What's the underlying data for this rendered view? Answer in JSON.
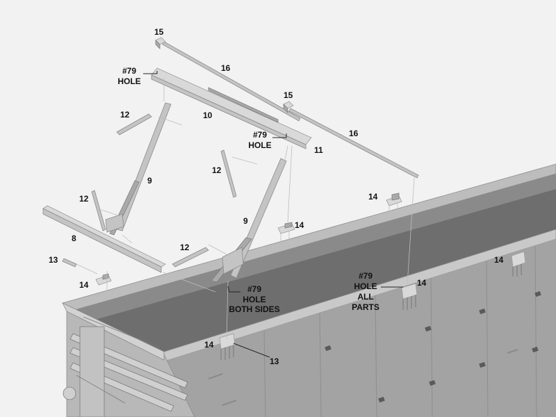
{
  "part_labels": {
    "p15a": "15",
    "p16a": "16",
    "p10": "10",
    "p15b": "15",
    "p16b": "16",
    "p11": "11",
    "p12a": "12",
    "p9a": "9",
    "p12b": "12",
    "p12c": "12",
    "p8": "8",
    "p9b": "9",
    "p12d": "12",
    "p13a": "13",
    "p14a": "14",
    "p14b": "14",
    "p14c": "14",
    "p14d": "14",
    "p14e": "14",
    "p14f": "14",
    "p13b": "13"
  },
  "notes": {
    "hole_top_left": [
      "#79",
      "HOLE"
    ],
    "hole_middle": [
      "#79",
      "HOLE"
    ],
    "hole_both_sides": [
      "#79",
      "HOLE",
      "BOTH SIDES"
    ],
    "hole_all_parts": [
      "#79",
      "HOLE",
      "ALL",
      "PARTS"
    ]
  },
  "colors": {
    "background": "#f2f2f2",
    "part_fill": "#c4c4c4",
    "car_dark": "#6e6e6e",
    "car_side": "#a3a3a3",
    "text": "#111111"
  }
}
